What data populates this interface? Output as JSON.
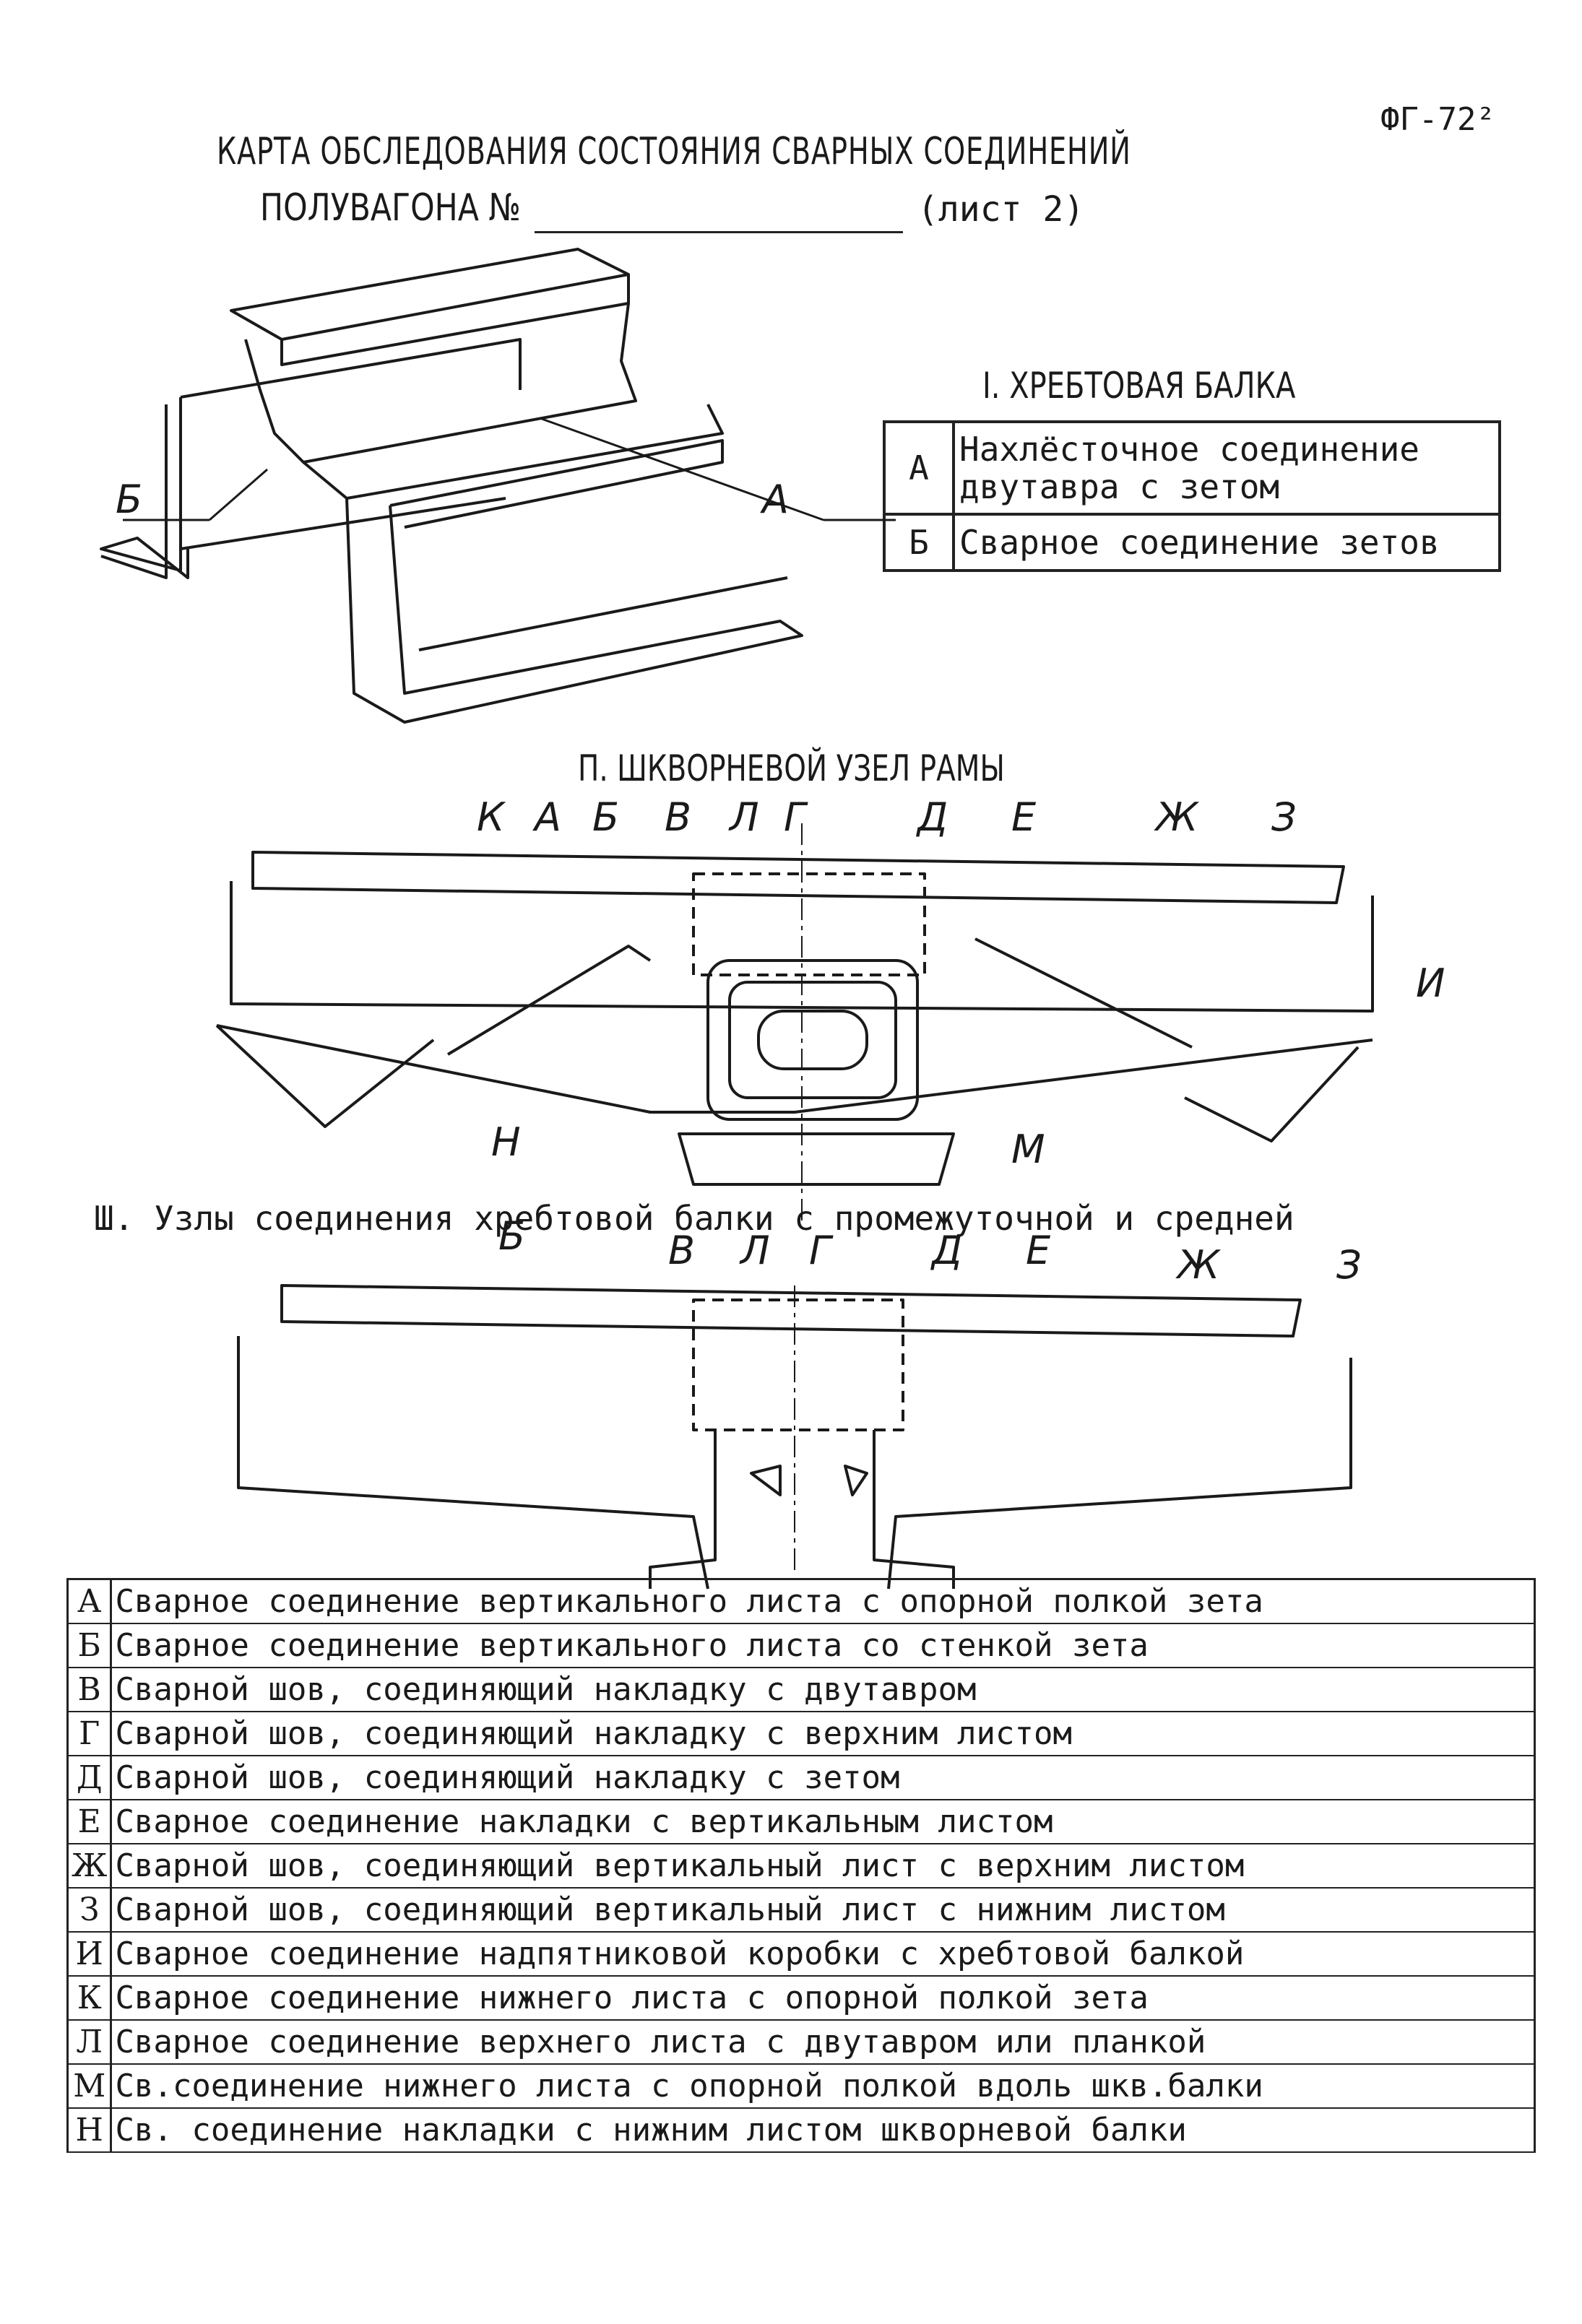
{
  "header": {
    "code": "ФГ-72²",
    "title_line1": "КАРТА ОБСЛЕДОВАНИЯ СОСТОЯНИЯ СВАРНЫХ СОЕДИНЕНИЙ",
    "title_line2": "ПОЛУВАГОНА №",
    "sheet": "(лист 2)"
  },
  "section1": {
    "title": "I. ХРЕБТОВАЯ БАЛКА",
    "rows": [
      {
        "key": "А",
        "text": "Нахлёсточное соединение двутавра с зетом"
      },
      {
        "key": "Б",
        "text": "Сварное соединение зетов"
      }
    ],
    "callouts": [
      "Б",
      "А"
    ]
  },
  "section2": {
    "title": "П. ШКВОРНЕВОЙ УЗЕЛ РАМЫ",
    "callouts_top": [
      "К",
      "А",
      "Б",
      "В",
      "Л",
      "Г",
      "Д",
      "Е",
      "Ж",
      "З"
    ],
    "callouts_other": [
      "И",
      "Н",
      "М"
    ]
  },
  "section3": {
    "title": "Ш. Узлы соединения хребтовой балки с промежуточной и средней",
    "callouts": [
      "Б",
      "В",
      "Л",
      "Г",
      "Д",
      "Е",
      "Ж",
      "З"
    ]
  },
  "legend": [
    {
      "key": "А",
      "text": "Сварное соединение вертикального листа с опорной полкой зета"
    },
    {
      "key": "Б",
      "text": "Сварное соединение вертикального листа со стенкой зета"
    },
    {
      "key": "В",
      "text": "Сварной шов, соединяющий накладку с двутавром"
    },
    {
      "key": "Г",
      "text": "Сварной шов, соединяющий накладку с верхним листом"
    },
    {
      "key": "Д",
      "text": "Сварной шов, соединяющий накладку с зетом"
    },
    {
      "key": "Е",
      "text": "Сварное соединение накладки с вертикальным листом"
    },
    {
      "key": "Ж",
      "text": "Сварной шов, соединяющий вертикальный лист с верхним листом"
    },
    {
      "key": "З",
      "text": "Сварной шов, соединяющий вертикальный лист с нижним листом"
    },
    {
      "key": "И",
      "text": "Сварное соединение надпятниковой коробки с хребтовой балкой"
    },
    {
      "key": "К",
      "text": "Сварное соединение нижнего листа с опорной полкой зета"
    },
    {
      "key": "Л",
      "text": "Сварное соединение верхнего листа с двутавром или планкой"
    },
    {
      "key": "М",
      "text": "Св.соединение нижнего листа с опорной полкой вдоль шкв.балки"
    },
    {
      "key": "Н",
      "text": "Св. соединение накладки с нижним листом шкворневой балки"
    }
  ]
}
